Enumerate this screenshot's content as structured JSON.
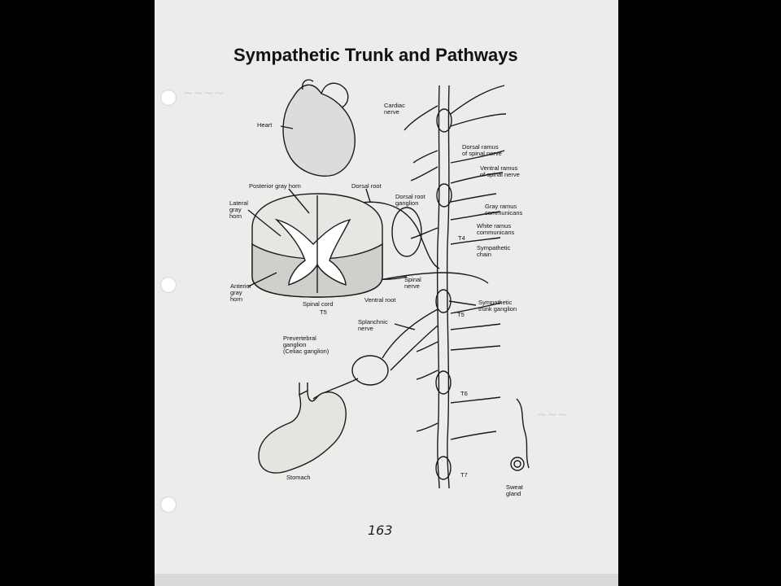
{
  "title": "Sympathetic Trunk and Pathways",
  "labels": {
    "heart": "Heart",
    "cardiac_nerve": "Cardiac\nnerve",
    "dorsal_ramus": "Dorsal ramus\nof spinal nerve",
    "ventral_ramus": "Ventral ramus\nof spinal nerve",
    "posterior_gray_horn": "Posterior gray horn",
    "dorsal_root": "Dorsal root",
    "dorsal_root_ganglion": "Dorsal root\nganglion",
    "lateral_gray_horn": "Lateral\ngray\nhorn",
    "gray_ramus": "Gray ramus\ncommunicans",
    "white_ramus": "White ramus\ncommunicans",
    "t4": "T4",
    "sympathetic_chain": "Sympathetic\nchain",
    "anterior_gray_horn": "Anterior\ngray\nhorn",
    "spinal_nerve": "Spinal\nnerve",
    "spinal_cord": "Spinal cord",
    "t5_cord": "T5",
    "ventral_root": "Ventral root",
    "sympathetic_trunk_ganglion": "Sympathetic\ntrunk ganglion",
    "t5": "T5",
    "splanchnic_nerve": "Splanchnic\nnerve",
    "prevertebral_ganglion": "Prevertebral\nganglion\n(Celiac ganglion)",
    "t6": "T6",
    "t7": "T7",
    "stomach": "Stomach",
    "sweat_gland": "Sweat\ngland"
  },
  "page_number": "163"
}
